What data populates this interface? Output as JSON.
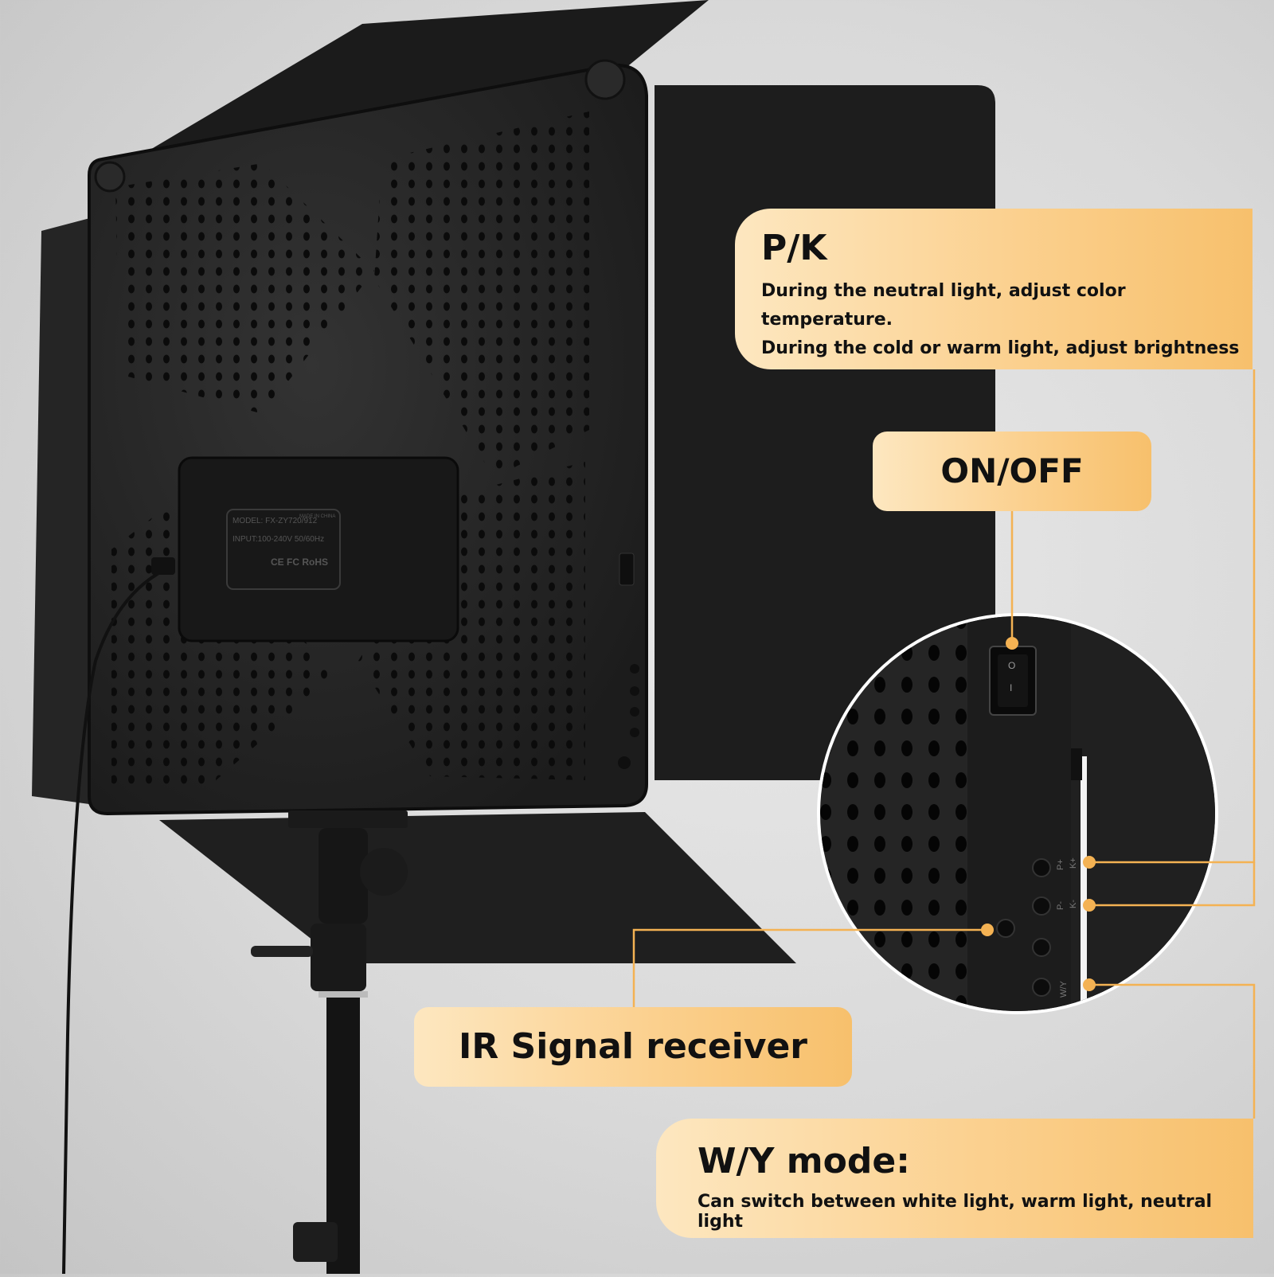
{
  "callouts": {
    "pk": {
      "title": "P/K",
      "line1": "During the neutral light, adjust color temperature.",
      "line2": "During the cold or warm light, adjust brightness"
    },
    "onoff": {
      "label": "ON/OFF"
    },
    "ir": {
      "label": "IR Signal receiver"
    },
    "wy": {
      "title": "W/Y mode:",
      "desc": "Can switch between white light, warm light, neutral light"
    }
  },
  "adapter": {
    "model": "MODEL: FX-ZY720/912",
    "input": "INPUT:100-240V 50/60Hz",
    "origin": "MADE IN CHINA",
    "marks": "CE FC RoHS"
  },
  "switch_marks": {
    "on": "I",
    "off": "O"
  },
  "button_labels": {
    "p_plus": "P+",
    "k_plus": "K+",
    "p_minus": "P-",
    "k_minus": "K-",
    "wy": "W/Y"
  },
  "colors": {
    "accent": "#f4b253",
    "panel": "#1f1f1f",
    "callout_light": "#fde7c0",
    "callout_dark": "#f7c06c"
  }
}
